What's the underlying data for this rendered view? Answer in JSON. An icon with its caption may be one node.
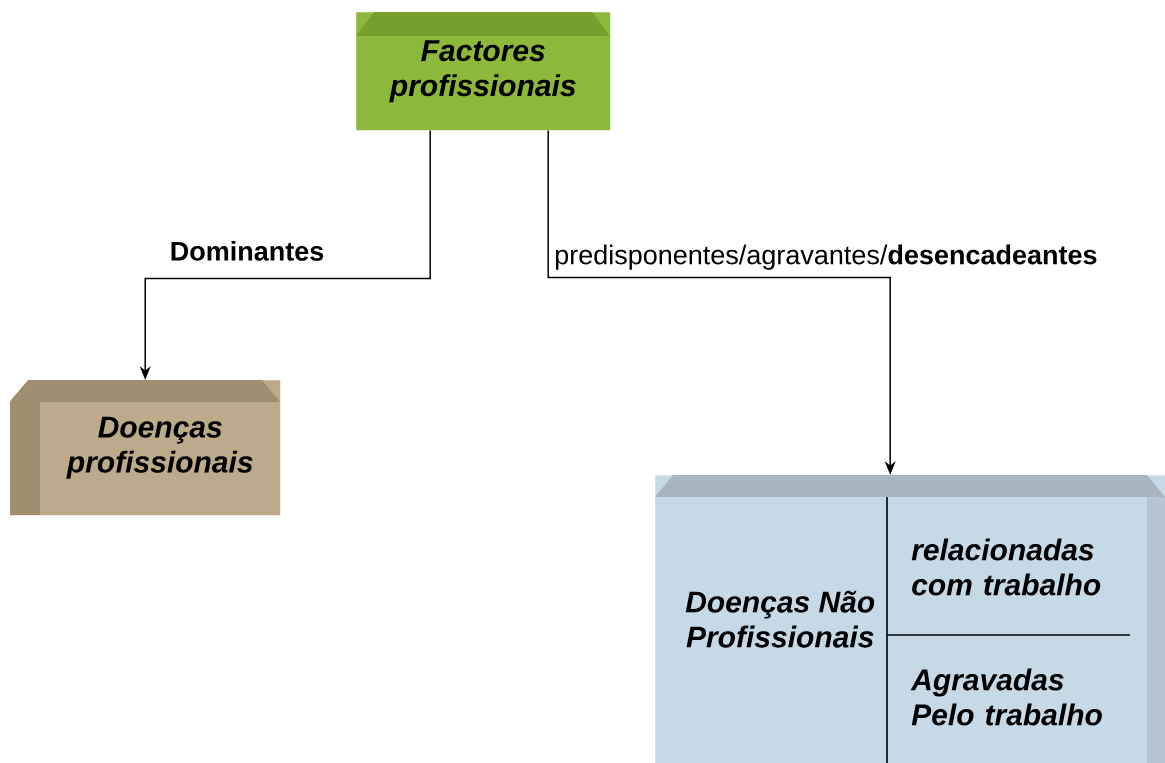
{
  "diagram": {
    "nodes": [
      {
        "text": [
          "Factores profissionais"
        ]
      },
      {
        "text": [
          "Doenças profissionais"
        ]
      },
      {
        "text": [
          "Doenças Não Profissionais"
        ]
      },
      {
        "text": [
          "relacionadas com trabalho"
        ],
        "in": 2
      },
      {
        "text": [
          "Agravadas Pelo trabalho"
        ],
        "in": 2
      }
    ],
    "edges": [
      {
        "from": 0,
        "to": 1,
        "arrow": "to",
        "label": "**Dominantes**"
      },
      {
        "from": 0,
        "to": 2,
        "arrow": "to",
        "label": "predisponentes/agravantes/**desencadeantes**"
      }
    ]
  }
}
